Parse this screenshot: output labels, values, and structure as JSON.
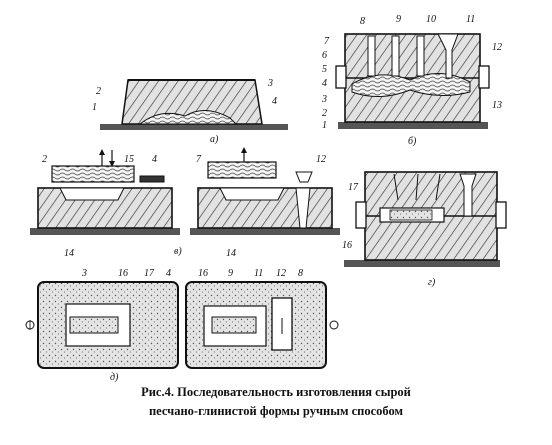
{
  "figure": {
    "caption_line1": "Рис.4. Последовательность изготовления сырой",
    "caption_line2": "песчано-глинистой формы ручным способом"
  },
  "panels": {
    "a": {
      "letter": "а)",
      "labels": [
        "1",
        "2",
        "3",
        "4"
      ]
    },
    "b": {
      "letter": "б)",
      "labels": [
        "1",
        "2",
        "3",
        "4",
        "5",
        "6",
        "7",
        "8",
        "9",
        "10",
        "11",
        "12",
        "13"
      ]
    },
    "v": {
      "letter": "в)",
      "labels": [
        "2",
        "4",
        "7",
        "12",
        "14",
        "14",
        "15"
      ]
    },
    "g": {
      "letter": "г)",
      "labels": [
        "16",
        "17"
      ]
    },
    "d": {
      "letter": "д)",
      "labels": [
        "3",
        "16",
        "17",
        "4",
        "16",
        "9",
        "11",
        "12",
        "8"
      ]
    }
  },
  "colors": {
    "ink": "#111111",
    "sand": "#d9d9d9",
    "board": "#555555"
  }
}
